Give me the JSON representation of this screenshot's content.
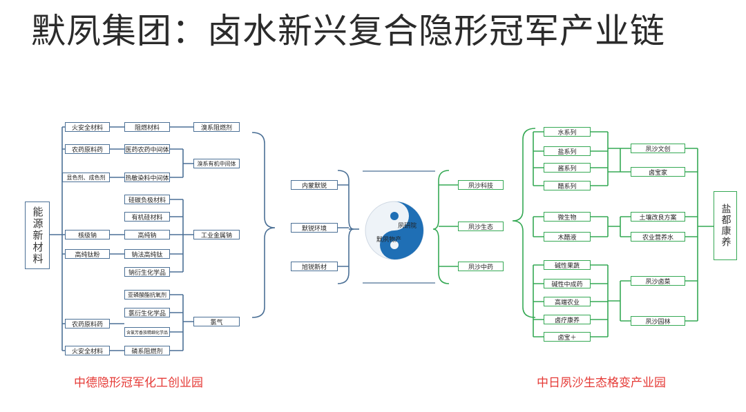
{
  "title": "默夙集团：卤水新兴复合隐形冠军产业链",
  "left_root": "能源新材料",
  "left_col1": [
    "火安全材料",
    "农药原料药",
    "显色剂、成色剂",
    "核级钠",
    "高纯钛粉",
    "农药原料药",
    "火安全材料"
  ],
  "left_col2": [
    "阻燃材料",
    "医药农药中间体",
    "热敏染料中间体",
    "硅碳负极材料",
    "有机硅材料",
    "高纯钠",
    "钠法高纯钛",
    "钠衍生化学品",
    "亚磷酸酯抗氧剂",
    "氯衍生化学品",
    "含氯芳香族精细化学品",
    "磷系阻燃剂"
  ],
  "left_col3": [
    "溴系阻燃剂",
    "溴系有机中间体",
    "工业金属钠",
    "氯气"
  ],
  "center_left": [
    "内蒙默锐",
    "默锐环境",
    "旭锐新材"
  ],
  "center_right": [
    "夙沙科技",
    "夙沙生态",
    "夙沙中药"
  ],
  "yinyang": {
    "top": "夙研院",
    "bottom": "默夙物产"
  },
  "right_col1": [
    "水系列",
    "盐系列",
    "酱系列",
    "醋系列",
    "微生物",
    "木醋液",
    "碱性果蔬",
    "碱性中成药",
    "高端农业",
    "卤疗康养",
    "卤宝＋"
  ],
  "right_col2": [
    "夙沙文创",
    "卤宝家",
    "土壤改良方案",
    "农业营养水",
    "夙沙卤菜",
    "夙沙园林"
  ],
  "right_root": "盐都康养",
  "caption_left": "中德隐形冠军化工创业园",
  "caption_right": "中日夙沙生态格变产业园",
  "colors": {
    "blue_border": "#4a6f95",
    "green_border": "#34a853",
    "caption": "#e53935",
    "yin": "#1f6fb5"
  }
}
